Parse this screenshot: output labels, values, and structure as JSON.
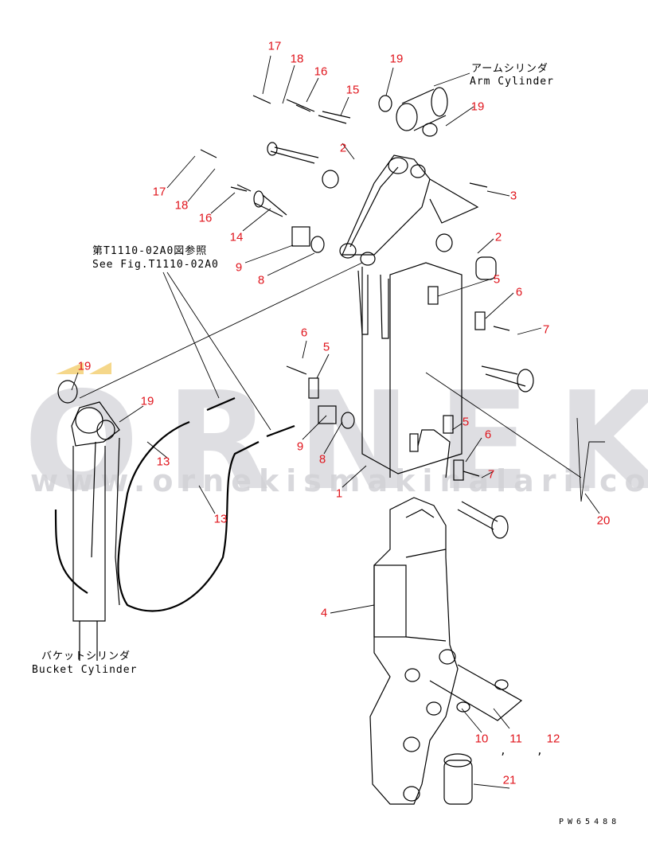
{
  "watermark": {
    "brand": "ORNEK",
    "url": "www.ornekismakinalari.com.tr",
    "accent": "#f5d78a",
    "gray": "#d9d9dd"
  },
  "notes": {
    "arm_cylinder_jp": "アームシリンダ",
    "arm_cylinder_en": "Arm Cylinder",
    "see_fig_jp": "第T1110-02A0図参照",
    "see_fig_en": "See Fig.T1110-02A0",
    "bucket_cylinder_jp": "バケットシリンダ",
    "bucket_cylinder_en": "Bucket Cylinder"
  },
  "drawing_code": "PW65488",
  "callout_color": "#e0141c",
  "callouts": [
    "17",
    "18",
    "16",
    "15",
    "19",
    "19",
    "2",
    "17",
    "18",
    "16",
    "3",
    "14",
    "2",
    "9",
    "8",
    "5",
    "6",
    "7",
    "6",
    "5",
    "19",
    "19",
    "5",
    "6",
    "9",
    "8",
    "7",
    "1",
    "13",
    "13",
    "20",
    "4",
    "10",
    "11",
    "12",
    "21"
  ],
  "separators": [
    ",",
    ","
  ]
}
